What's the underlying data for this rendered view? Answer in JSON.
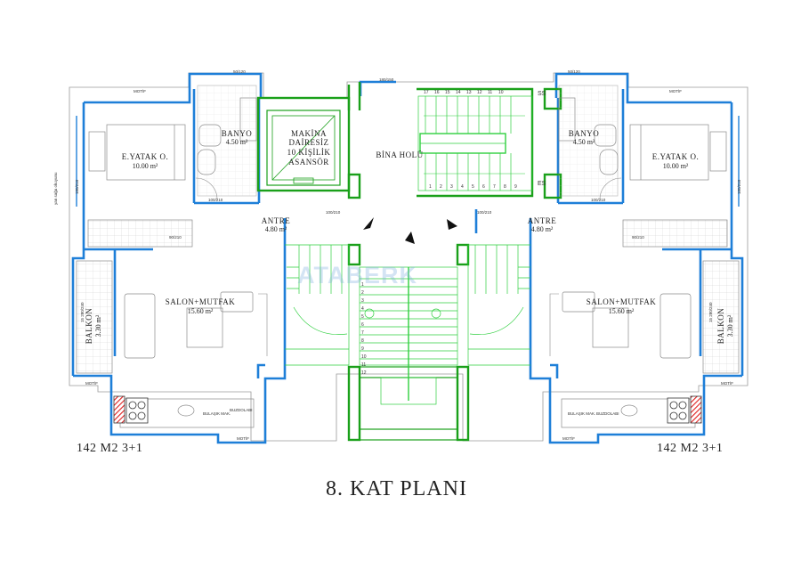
{
  "title": "8. KAT PLANI",
  "watermark": "ATABERK",
  "left_unit": {
    "label": "142 M2 3+1",
    "bedroom": {
      "name": "E.YATAK O.",
      "area": "10.00 m²"
    },
    "bathroom": {
      "name": "BANYO",
      "area": "4.50 m²"
    },
    "entrance": {
      "name": "ANTRE",
      "area": "4.80 m²"
    },
    "living": {
      "name": "SALON+MUTFAK",
      "area": "15.60 m²"
    },
    "balcony": {
      "name": "BALKON",
      "area": "3.30 m²"
    }
  },
  "right_unit": {
    "label": "142 M2 3+1",
    "bedroom": {
      "name": "E.YATAK O.",
      "area": "10.00 m²"
    },
    "bathroom": {
      "name": "BANYO",
      "area": "4.50 m²"
    },
    "entrance": {
      "name": "ANTRE",
      "area": "4.80 m²"
    },
    "living": {
      "name": "SALON+MUTFAK",
      "area": "15.60 m²"
    },
    "balcony": {
      "name": "BALKON",
      "area": "3.30 m²"
    }
  },
  "core": {
    "elevator": [
      "MAKİNA",
      "DAİRESİZ",
      "10 KİŞİLİK",
      "ASANSÖR"
    ],
    "hall": "BİNA HOLÜ",
    "ss": "SS",
    "es": "ES"
  },
  "small_labels": {
    "window_top": "180/150",
    "window_bath_left": "50/120",
    "window_bath_right": "50/120",
    "motif": "MOTİF",
    "window_bed": "180/210",
    "door": "90/210",
    "door_bed": "100/210",
    "door_entry": "100/210",
    "side_note": "yan sağa okuyunu",
    "balcony_window": "15 280/240",
    "kitchen_left": "BULAŞIK MAK.",
    "kitchen_right": "BUZDOLABI",
    "kitchen_r1": "BULAŞIK MAK.",
    "kitchen_r2": "BUZDOLABI"
  },
  "stair_numbers_top": [
    "17",
    "16",
    "15",
    "14",
    "13",
    "12",
    "11",
    "10"
  ],
  "stair_numbers_bottom": [
    "1",
    "2",
    "3",
    "4",
    "5",
    "6",
    "7",
    "8",
    "9"
  ],
  "stair_numbers_main": [
    "1",
    "2",
    "3",
    "4",
    "5",
    "6",
    "7",
    "8",
    "9",
    "10",
    "11",
    "12"
  ],
  "colors": {
    "wall_blue": "#1e7fd8",
    "stair_green": "#2fcf3f",
    "core_green": "#1aa01a",
    "line_gray": "#9a9a9a",
    "accent_red": "#e02020"
  }
}
